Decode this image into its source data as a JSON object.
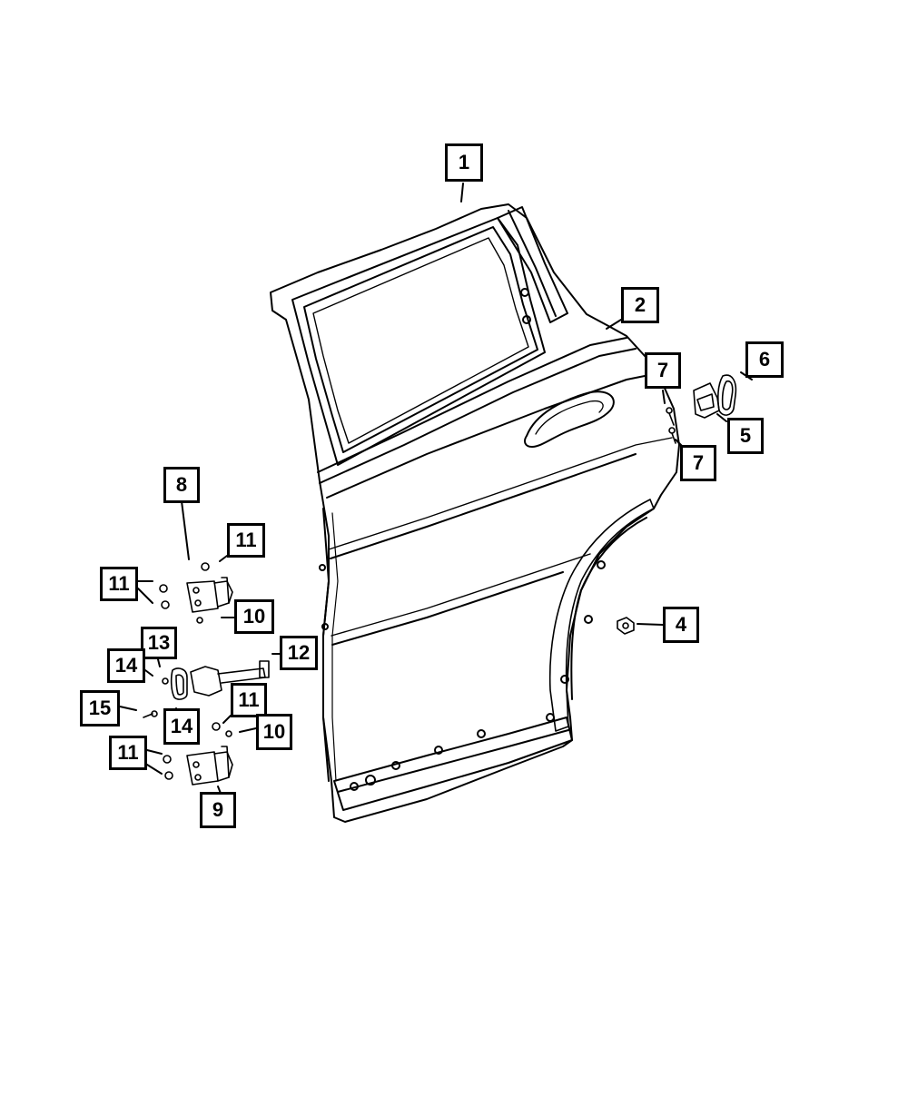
{
  "diagram": {
    "callouts": [
      {
        "id": "c1",
        "label": "1"
      },
      {
        "id": "c2",
        "label": "2"
      },
      {
        "id": "c6",
        "label": "6"
      },
      {
        "id": "c7a",
        "label": "7"
      },
      {
        "id": "c5",
        "label": "5"
      },
      {
        "id": "c7b",
        "label": "7"
      },
      {
        "id": "c8",
        "label": "8"
      },
      {
        "id": "c11a",
        "label": "11"
      },
      {
        "id": "c11b",
        "label": "11"
      },
      {
        "id": "c10a",
        "label": "10"
      },
      {
        "id": "c4",
        "label": "4"
      },
      {
        "id": "c13",
        "label": "13"
      },
      {
        "id": "c12",
        "label": "12"
      },
      {
        "id": "c14a",
        "label": "14"
      },
      {
        "id": "c15",
        "label": "15"
      },
      {
        "id": "c11c",
        "label": "11"
      },
      {
        "id": "c14b",
        "label": "14"
      },
      {
        "id": "c10b",
        "label": "10"
      },
      {
        "id": "c11d",
        "label": "11"
      },
      {
        "id": "c9",
        "label": "9"
      }
    ]
  }
}
